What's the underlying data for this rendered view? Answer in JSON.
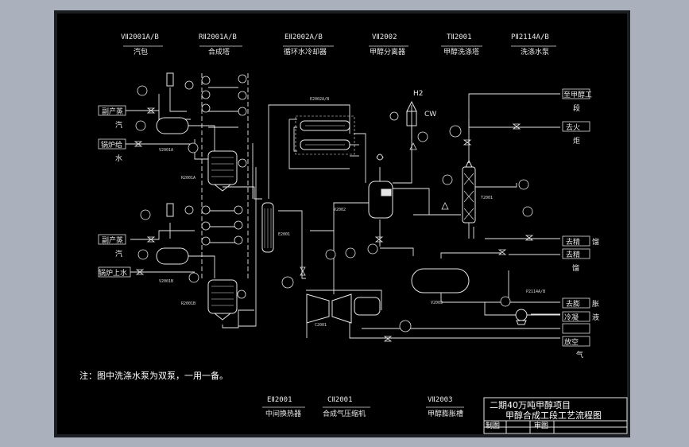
{
  "equipment_top": [
    {
      "tag": "VⅡ2001A/B",
      "name": "汽包"
    },
    {
      "tag": "RⅡ2001A/B",
      "name": "合成塔"
    },
    {
      "tag": "EⅡ2002A/B",
      "name": "循环水冷却器"
    },
    {
      "tag": "VⅡ2002",
      "name": "甲醇分离器"
    },
    {
      "tag": "TⅡ2001",
      "name": "甲醇洗涤塔"
    },
    {
      "tag": "PⅡ2114A/B",
      "name": "洗涤水泵"
    }
  ],
  "equipment_bottom": [
    {
      "tag": "EⅡ2001",
      "name": "中间换热器"
    },
    {
      "tag": "CⅡ2001",
      "name": "合成气压缩机"
    },
    {
      "tag": "VⅡ2003",
      "name": "甲醇膨胀槽"
    }
  ],
  "left_streams": [
    "副产蒸",
    "汽",
    "锅炉给",
    "水",
    "副产蒸",
    "汽",
    "锅炉上水"
  ],
  "right_streams": [
    "至甲醇工",
    "段",
    "去火",
    "炬",
    "去精",
    "馏",
    "去精",
    "馏",
    "去膨",
    "胀",
    "冷凝",
    "液",
    "放空",
    "气"
  ],
  "tower_labels": {
    "cw": "CW",
    "h2": "H2",
    "top": "E2002A/B"
  },
  "note": "注：图中洗涤水泵为双泵，一用一备。",
  "title_block": {
    "line1": "二期40万吨甲醇项目",
    "line2": "甲醇合成工段工艺流程图",
    "cell1": "制图",
    "cell2": "审图"
  }
}
